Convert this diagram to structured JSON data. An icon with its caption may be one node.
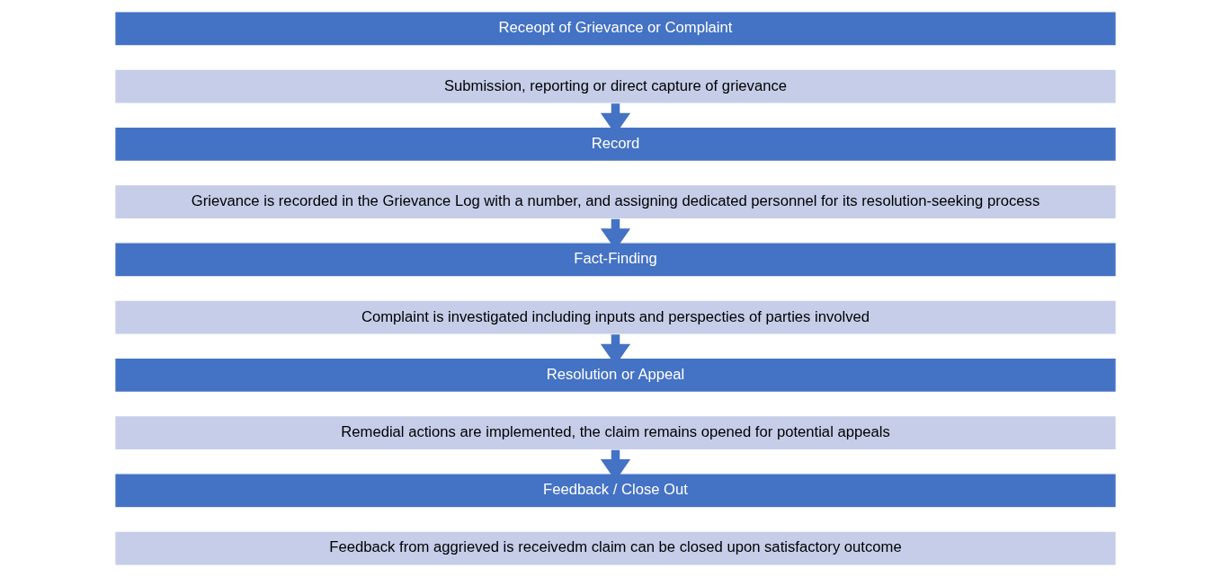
{
  "diagram": {
    "nodes": [
      {
        "text": [
          "Receopt of Grievance or Complaint"
        ]
      },
      {
        "text": [
          "Submission, reporting or direct capture of grievance"
        ]
      },
      {
        "text": [
          "Record"
        ]
      },
      {
        "text": [
          "Grievance is recorded in the Grievance Log with a number, and assigning dedicated personnel for its resolution-seeking process"
        ]
      },
      {
        "text": [
          "Fact-Finding"
        ]
      },
      {
        "text": [
          "Complaint is investigated including inputs and perspecties of parties involved"
        ]
      },
      {
        "text": [
          "Resolution or Appeal"
        ]
      },
      {
        "text": [
          "Remedial actions are implemented, the claim remains opened for potential appeals"
        ]
      },
      {
        "text": [
          "Feedback / Close Out"
        ]
      },
      {
        "text": [
          "Feedback from aggrieved is receivedm claim can be closed upon satisfactory outcome"
        ]
      }
    ],
    "edges": [
      {
        "from": 1,
        "to": 2,
        "arrow": "to"
      },
      {
        "from": 3,
        "to": 4,
        "arrow": "to"
      },
      {
        "from": 5,
        "to": 6,
        "arrow": "to"
      },
      {
        "from": 7,
        "to": 8,
        "arrow": "to"
      }
    ]
  }
}
